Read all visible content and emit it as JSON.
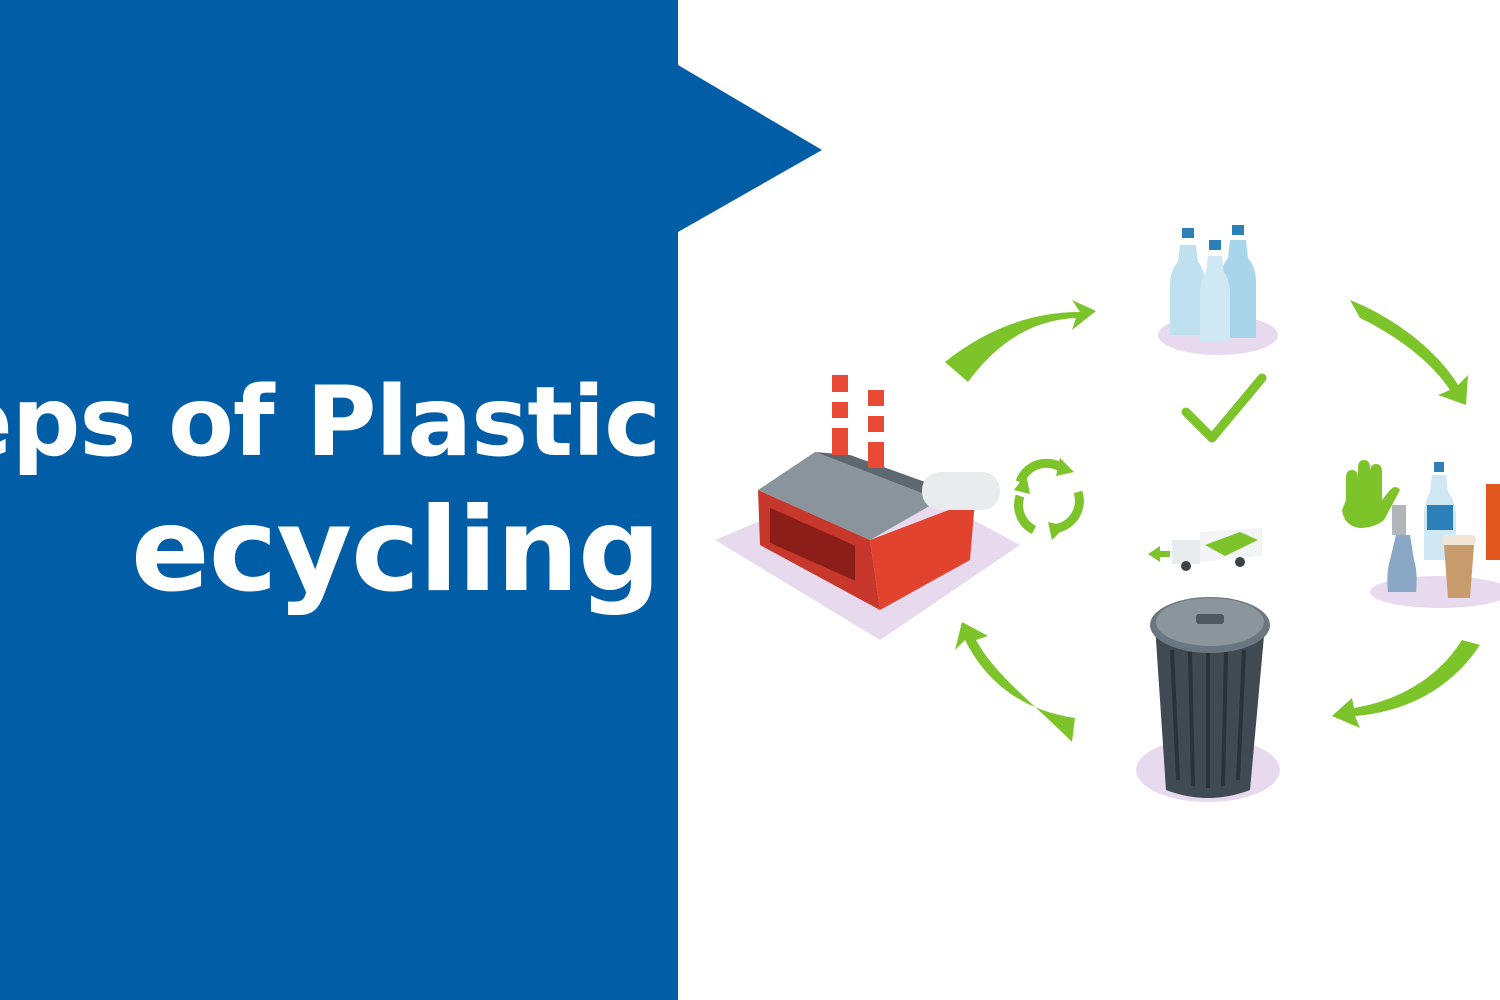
{
  "banner": {
    "background_color": "#015da5",
    "accent_color": "#7dc42a",
    "title_lines": [
      "eps of Plastic",
      "ecycling"
    ]
  },
  "illustration": {
    "items": [
      "factory",
      "recycle-symbol",
      "plastic-bottles",
      "check-mark",
      "stop-hand",
      "plastic-waste",
      "garbage-truck",
      "trash-can"
    ],
    "cycle_arrows": 4
  }
}
